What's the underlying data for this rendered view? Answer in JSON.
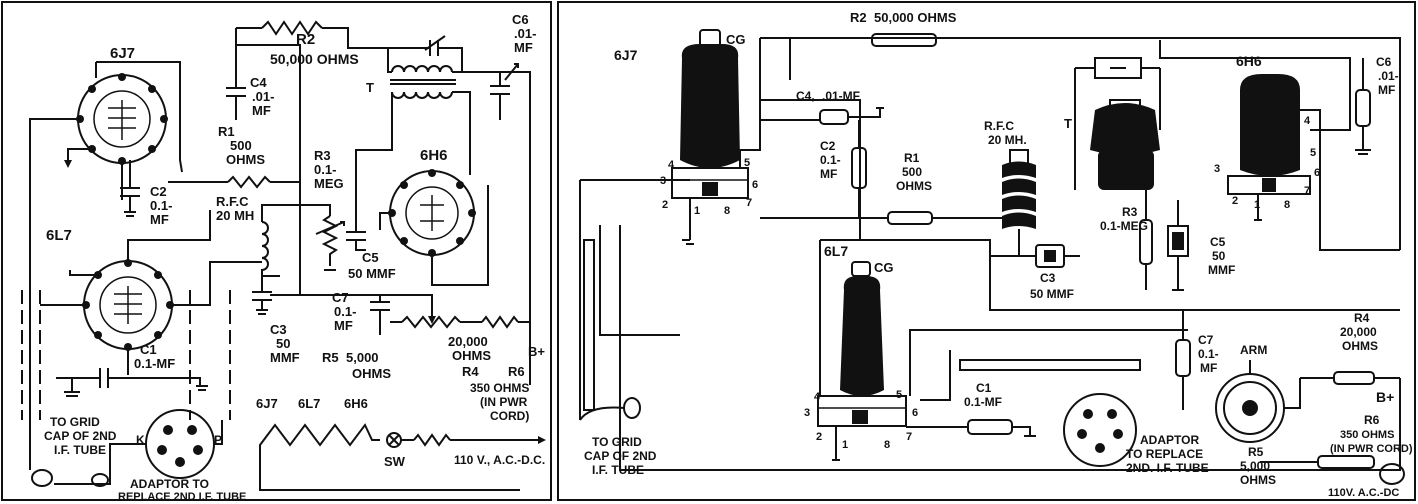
{
  "left": {
    "tube_6j7": "6J7",
    "tube_6l7": "6L7",
    "tube_6h6": "6H6",
    "r2": "R2",
    "r2_val": "50,000 OHMS",
    "c4": "C4",
    "c4_v1": ".01-",
    "c4_v2": "MF",
    "c6": "C6",
    "c6_v1": ".01-",
    "c6_v2": "MF",
    "t": "T",
    "r1": "R1",
    "r1_v1": "500",
    "r1_v2": "OHMS",
    "r3": "R3",
    "r3_v1": "0.1-",
    "r3_v2": "MEG",
    "c2": "C2",
    "c2_v1": "0.1-",
    "c2_v2": "MF",
    "rfc": "R.F.C",
    "rfc_v": "20 MH",
    "c5": "C5",
    "c5_v": "50 MMF",
    "c3": "C3",
    "c3_v1": "50",
    "c3_v2": "MMF",
    "c7": "C7",
    "c7_v1": "0.1-",
    "c7_v2": "MF",
    "r5": "R5",
    "r5_v1": "5,000",
    "r5_v2": "OHMS",
    "r4_v1": "20,000",
    "r4_v2": "OHMS",
    "r4": "R4",
    "r6": "R6",
    "r6_v1": "350 OHMS",
    "r6_v2": "(IN PWR",
    "r6_v3": "CORD)",
    "bplus": "B+",
    "c1": "C1",
    "c1_v": "0.1-MF",
    "grid1": "TO GRID",
    "grid2": "CAP OF 2ND",
    "grid3": "I.F. TUBE",
    "k": "K",
    "p": "P",
    "adaptor1": "ADAPTOR TO",
    "adaptor2": "REPLACE 2ND I.F. TUBE",
    "fil1": "6J7",
    "fil2": "6L7",
    "fil3": "6H6",
    "sw": "SW",
    "ac_dc": "110 V., A.C.-D.C."
  },
  "right": {
    "tube_6j7": "6J7",
    "cg": "CG",
    "r2": "R2",
    "r2_val": "50,000 OHMS",
    "c4": "C4,",
    "c4_v": ".01-MF",
    "tube_6h6": "6H6",
    "c6": "C6",
    "c6_v1": ".01-",
    "c6_v2": "MF",
    "t": "T",
    "rfc": "R.F.C",
    "rfc_v": "20 MH.",
    "c2": "C2",
    "c2_v1": "0.1-",
    "c2_v2": "MF",
    "r1": "R1",
    "r1_v1": "500",
    "r1_v2": "OHMS",
    "r3": "R3",
    "r3_v": "0.1-MEG",
    "c5": "C5",
    "c5_v1": "50",
    "c5_v2": "MMF",
    "tube_6l7": "6L7",
    "cg2": "CG",
    "c3": "C3",
    "c3_v": "50 MMF",
    "c7": "C7",
    "c7_v1": "0.1-",
    "c7_v2": "MF",
    "arm": "ARM",
    "r4": "R4",
    "r4_v1": "20,000",
    "r4_v2": "OHMS",
    "bplus": "B+",
    "c1": "C1",
    "c1_v": "0.1-MF",
    "r5": "R5",
    "r5_v1": "5,000",
    "r5_v2": "OHMS",
    "r6": "R6",
    "r6_v1": "350 OHMS",
    "r6_v2": "(IN PWR CORD)",
    "ac": "110V. A.C.-DC",
    "grid1": "TO GRID",
    "grid2": "CAP OF 2ND",
    "grid3": "I.F. TUBE",
    "adaptor1": "ADAPTOR",
    "adaptor2": "TO REPLACE",
    "adaptor3": "2ND. I.F. TUBE",
    "pins_6j7": [
      "4",
      "5",
      "3",
      "6",
      "2",
      "1",
      "8",
      "7"
    ],
    "pins_6l7": [
      "4",
      "5",
      "3",
      "6",
      "2",
      "1",
      "8",
      "7"
    ],
    "pins_6h6": [
      "3",
      "4",
      "5",
      "6",
      "2",
      "1",
      "8",
      "7"
    ]
  }
}
